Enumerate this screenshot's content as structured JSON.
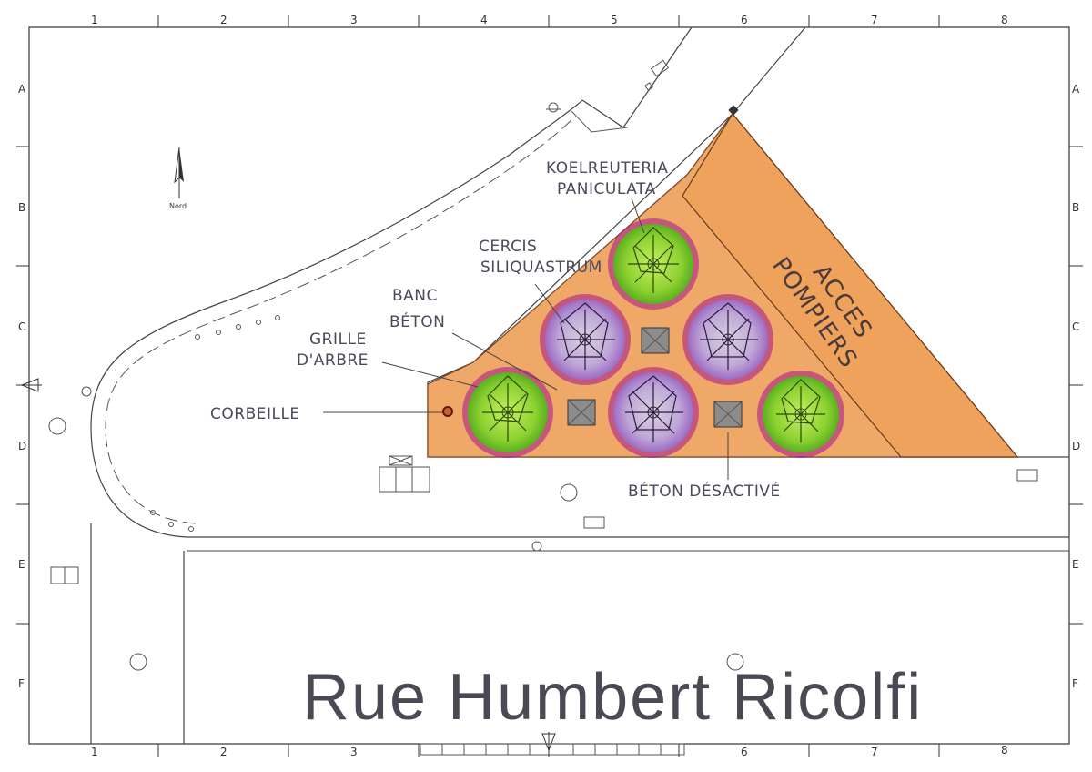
{
  "labels": {
    "koel_1": "KOELREUTERIA",
    "koel_2": "PANICULATA",
    "cercis_1": "CERCIS",
    "cercis_2": "SILIQUASTRUM",
    "banc_1": "BANC",
    "banc_2": "BÉTON",
    "grille_1": "GRILLE",
    "grille_2": "D'ARBRE",
    "corbeille": "CORBEILLE",
    "beton_desactive": "BÉTON DÉSACTIVÉ",
    "acces": "ACCES",
    "pompiers": "POMPIERS",
    "street_name": "Rue Humbert Ricolfi",
    "north": "Nord"
  },
  "grid": {
    "columns": [
      "1",
      "2",
      "3",
      "4",
      "5",
      "6",
      "7",
      "8"
    ],
    "rows": [
      "A",
      "B",
      "C",
      "D",
      "E",
      "F"
    ]
  },
  "colors": {
    "pavement": "#f0a868",
    "access_lane": "#eea25c",
    "koelreuteria": "#9ad43a",
    "cercis": "#b08ad0",
    "tree_halo": "#a4148c",
    "bench": "#8c8c8c"
  }
}
